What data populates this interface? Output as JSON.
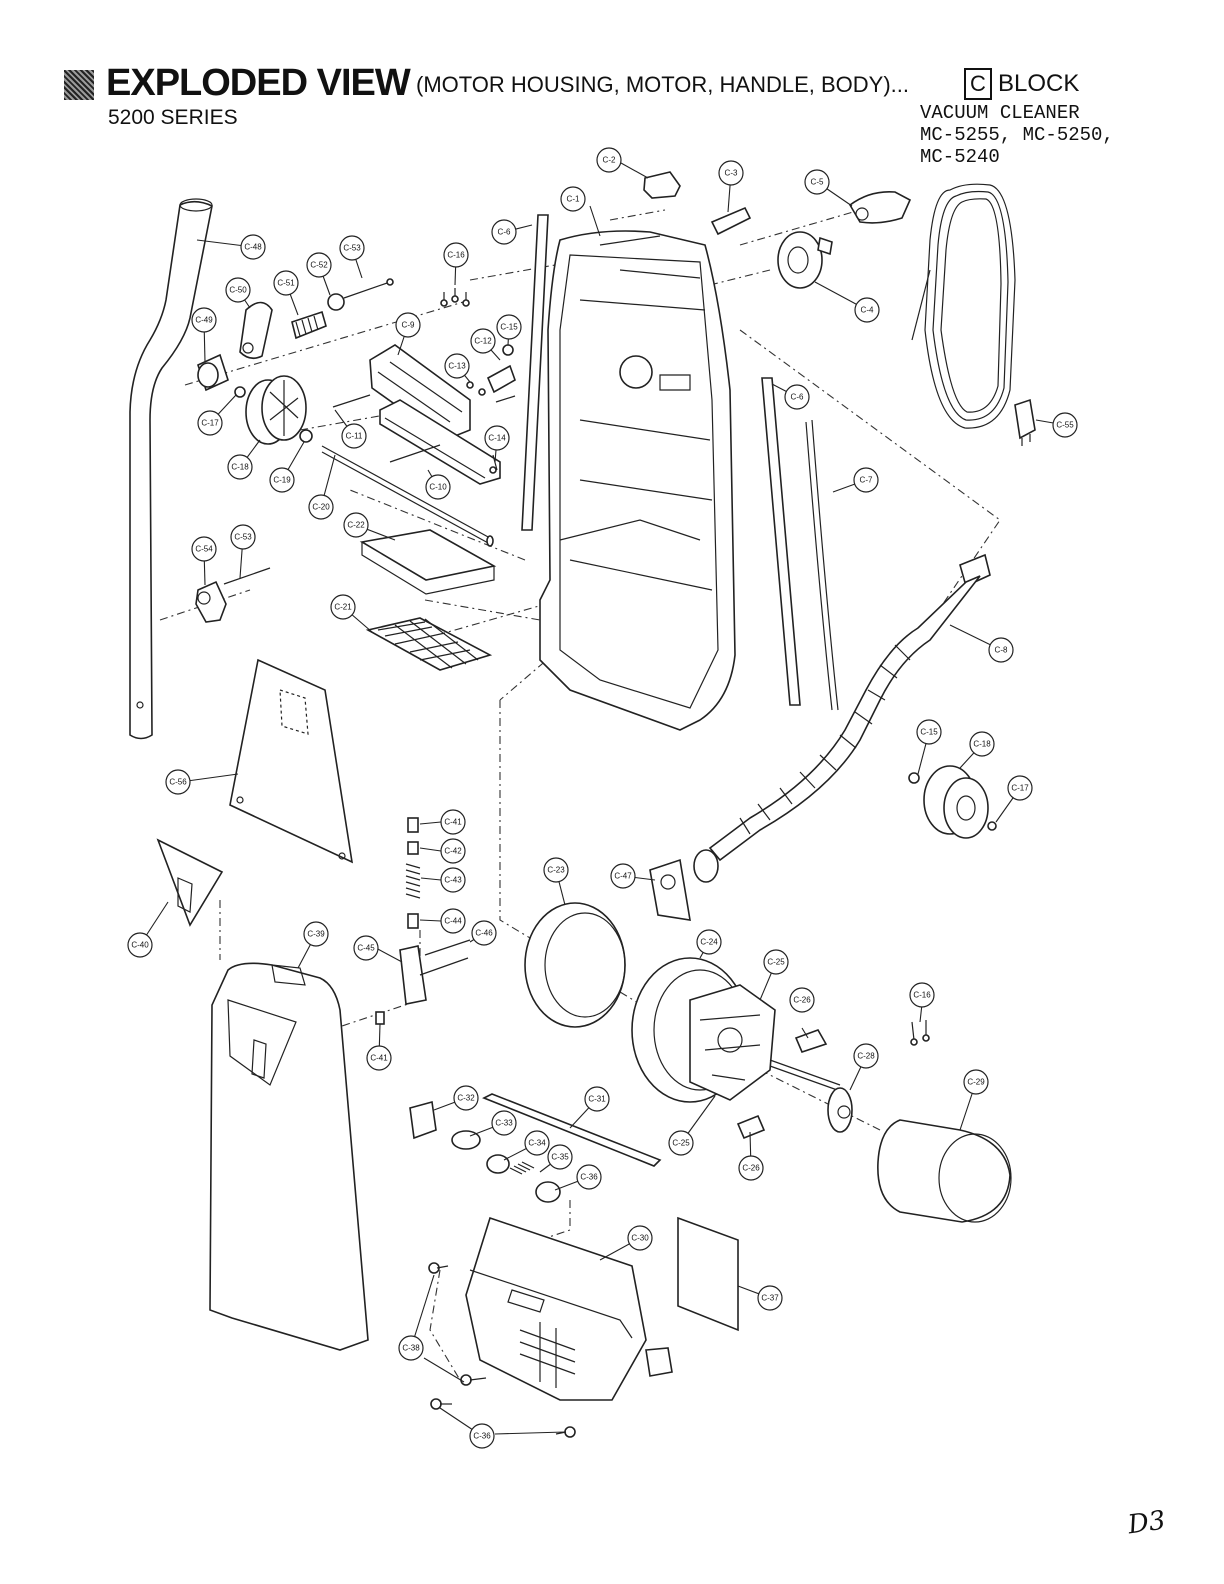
{
  "header": {
    "title": "EXPLODED VIEW",
    "subtitle": "(MOTOR HOUSING, MOTOR, HANDLE, BODY)...",
    "block_letter": "C",
    "block_word": "BLOCK",
    "series": "5200 SERIES",
    "model_lines": [
      "VACUUM  CLEANER",
      "MC-5255,  MC-5250,",
      "MC-5240"
    ]
  },
  "page_note": "D3",
  "labels": {
    "c1": "C-1",
    "c2": "C-2",
    "c3": "C-3",
    "c4": "C-4",
    "c5": "C-5",
    "c6a": "C-6",
    "c6b": "C-6",
    "c7": "C-7",
    "c8": "C-8",
    "c9": "C-9",
    "c10": "C-10",
    "c11": "C-11",
    "c12": "C-12",
    "c13": "C-13",
    "c14": "C-14",
    "c15": "C-15",
    "c15b": "C-15",
    "c16a": "C-16",
    "c16b": "C-16",
    "c17a": "C-17",
    "c17b": "C-17",
    "c18a": "C-18",
    "c18b": "C-18",
    "c19": "C-19",
    "c20": "C-20",
    "c21": "C-21",
    "c22": "C-22",
    "c23": "C-23",
    "c24": "C-24",
    "c25a": "C-25",
    "c25b": "C-25",
    "c26a": "C-26",
    "c26b": "C-26",
    "c28": "C-28",
    "c29": "C-29",
    "c30": "C-30",
    "c31": "C-31",
    "c32": "C-32",
    "c33": "C-33",
    "c34": "C-34",
    "c35": "C-35",
    "c36": "C-36",
    "c37": "C-37",
    "c38": "C-38",
    "c39": "C-39",
    "c40": "C-40",
    "c41a": "C-41",
    "c41b": "C-41",
    "c42": "C-42",
    "c43": "C-43",
    "c44": "C-44",
    "c45": "C-45",
    "c46": "C-46",
    "c48": "C-48",
    "c49": "C-49",
    "c50": "C-50",
    "c51": "C-51",
    "c52": "C-52",
    "c53a": "C-53",
    "c53b": "C-53",
    "c54": "C-54",
    "c55": "C-55",
    "c56": "C-56",
    "c47": "C-47",
    "c36b": "C-36"
  }
}
